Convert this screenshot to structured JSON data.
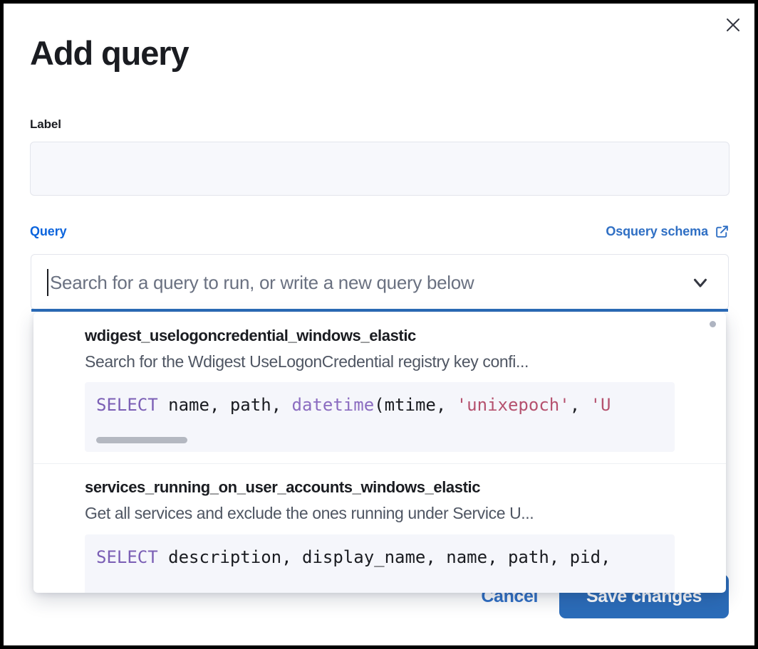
{
  "modal": {
    "title": "Add query",
    "close_icon": "close-icon"
  },
  "label_field": {
    "label": "Label",
    "value": "",
    "placeholder": ""
  },
  "query_section": {
    "label": "Query",
    "schema_link": {
      "text": "Osquery schema",
      "icon": "external-link-icon"
    },
    "combobox": {
      "placeholder": "Search for a query to run, or write a new query below",
      "value": "",
      "chevron_icon": "chevron-down-icon",
      "expanded": true
    }
  },
  "dropdown": {
    "options": [
      {
        "title": "wdigest_uselogoncredential_windows_elastic",
        "description": "Search for the Wdigest UseLogonCredential registry key confi...",
        "code_tokens": [
          {
            "t": "SELECT",
            "c": "kw"
          },
          {
            "t": " name, path, ",
            "c": "pl"
          },
          {
            "t": "datetime",
            "c": "fn"
          },
          {
            "t": "(mtime, ",
            "c": "pl"
          },
          {
            "t": "'unixepoch'",
            "c": "str"
          },
          {
            "t": ", ",
            "c": "pl"
          },
          {
            "t": "'U",
            "c": "str"
          }
        ],
        "has_code_scrollbar": true
      },
      {
        "title": "services_running_on_user_accounts_windows_elastic",
        "description": "Get all services and exclude the ones running under Service U...",
        "code_tokens": [
          {
            "t": "SELECT",
            "c": "kw"
          },
          {
            "t": " description, display_name, name, path, pid,",
            "c": "pl"
          }
        ],
        "has_code_scrollbar": false
      }
    ]
  },
  "footer": {
    "cancel_label": "Cancel",
    "save_label": "Save changes"
  },
  "colors": {
    "accent_blue": "#2b6cb9",
    "link_blue": "#2f6fc4",
    "query_label_blue": "#0b64dd",
    "text_dark": "#1a1c21",
    "muted_text": "#4f5663",
    "placeholder": "#6a7181",
    "input_bg": "#f7f8fc",
    "code_bg": "#f5f6fb",
    "sql_keyword": "#7b5fb5",
    "sql_string": "#b5516e",
    "divider": "#eef0f4"
  }
}
